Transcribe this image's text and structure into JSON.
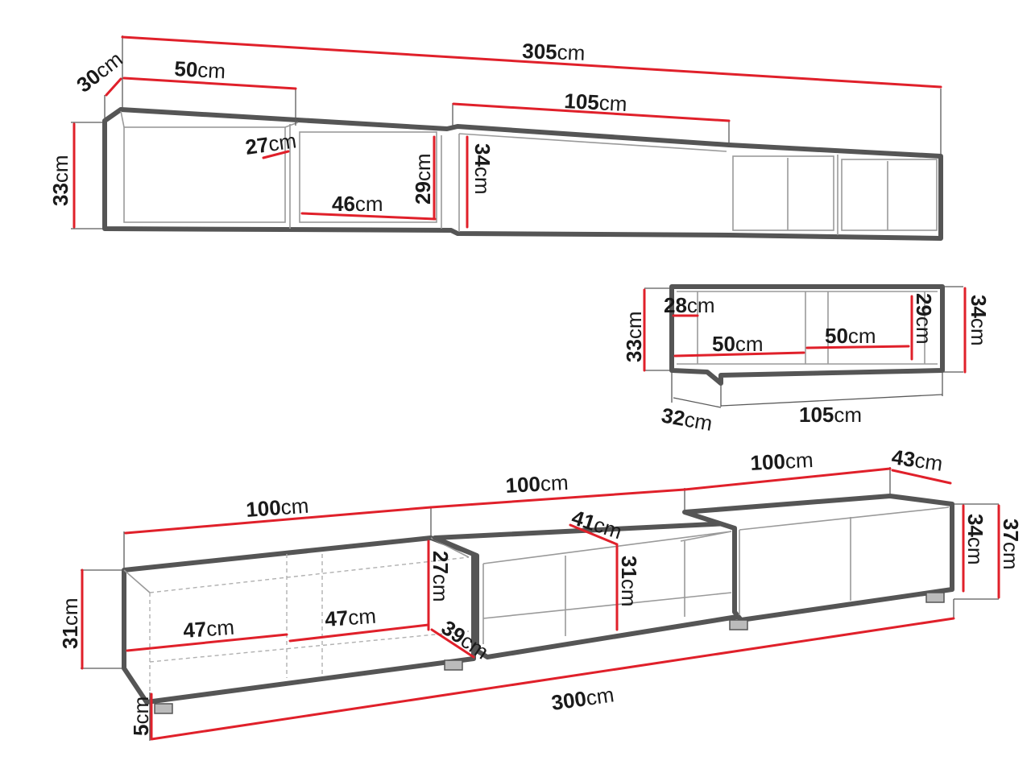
{
  "colors": {
    "dimension_line": "#e0202a",
    "outline": "#555555"
  },
  "labels": {
    "w305": {
      "num": "305",
      "unit": "cm"
    },
    "d30": {
      "num": "30",
      "unit": "cm"
    },
    "w50": {
      "num": "50",
      "unit": "cm"
    },
    "w105": {
      "num": "105",
      "unit": "cm"
    },
    "h33": {
      "num": "33",
      "unit": "cm"
    },
    "d27": {
      "num": "27",
      "unit": "cm"
    },
    "h29": {
      "num": "29",
      "unit": "cm"
    },
    "h34": {
      "num": "34",
      "unit": "cm"
    },
    "w46": {
      "num": "46",
      "unit": "cm"
    },
    "m28": {
      "num": "28",
      "unit": "cm"
    },
    "m50a": {
      "num": "50",
      "unit": "cm"
    },
    "m50b": {
      "num": "50",
      "unit": "cm"
    },
    "m29": {
      "num": "29",
      "unit": "cm"
    },
    "m33": {
      "num": "33",
      "unit": "cm"
    },
    "m34": {
      "num": "34",
      "unit": "cm"
    },
    "m32": {
      "num": "32",
      "unit": "cm"
    },
    "m105": {
      "num": "105",
      "unit": "cm"
    },
    "b100a": {
      "num": "100",
      "unit": "cm"
    },
    "b100b": {
      "num": "100",
      "unit": "cm"
    },
    "b100c": {
      "num": "100",
      "unit": "cm"
    },
    "b43": {
      "num": "43",
      "unit": "cm"
    },
    "b41": {
      "num": "41",
      "unit": "cm"
    },
    "b27": {
      "num": "27",
      "unit": "cm"
    },
    "b31i": {
      "num": "31",
      "unit": "cm"
    },
    "b31": {
      "num": "31",
      "unit": "cm"
    },
    "b34": {
      "num": "34",
      "unit": "cm"
    },
    "b37": {
      "num": "37",
      "unit": "cm"
    },
    "b47a": {
      "num": "47",
      "unit": "cm"
    },
    "b47b": {
      "num": "47",
      "unit": "cm"
    },
    "b39": {
      "num": "39",
      "unit": "cm"
    },
    "b300": {
      "num": "300",
      "unit": "cm"
    },
    "b5": {
      "num": "5",
      "unit": "cm"
    }
  }
}
